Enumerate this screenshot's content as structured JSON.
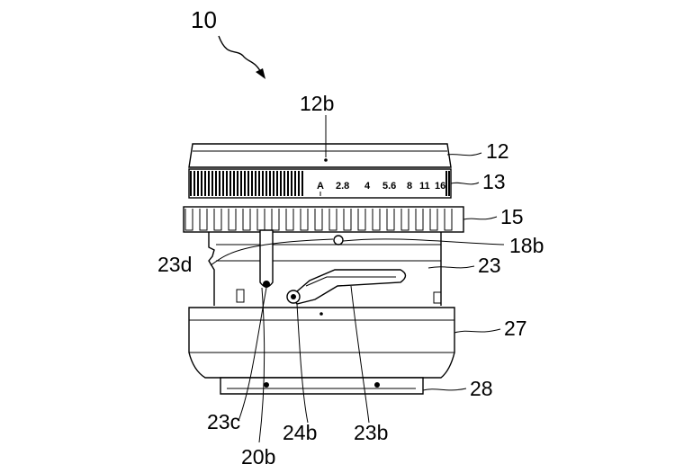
{
  "labels": {
    "device": "10",
    "mark": "12b",
    "ring_top": "12",
    "aperture_ring": "13",
    "focus_ring": "15",
    "pin": "18b",
    "pin_left": "23d",
    "body": "23",
    "base": "27",
    "mount": "28",
    "slot_end": "23c",
    "lever": "20b",
    "roller": "24b",
    "cam_slot": "23b"
  },
  "aperture_scale": [
    "A",
    "2.8",
    "4",
    "5.6",
    "8",
    "11",
    "16"
  ]
}
